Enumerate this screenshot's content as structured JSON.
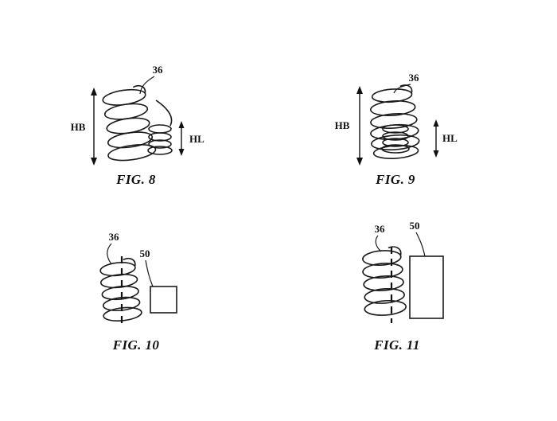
{
  "figures": [
    {
      "caption": "FIG. 8",
      "labels": {
        "coil_ref": "36",
        "big_height": "HB",
        "small_height": "HL"
      }
    },
    {
      "caption": "FIG. 9",
      "labels": {
        "coil_ref": "36",
        "big_height": "HB",
        "small_height": "HL"
      }
    },
    {
      "caption": "FIG. 10",
      "labels": {
        "coil_ref": "36",
        "block_ref": "50"
      }
    },
    {
      "caption": "FIG. 11",
      "labels": {
        "coil_ref": "36",
        "block_ref": "50"
      }
    }
  ]
}
